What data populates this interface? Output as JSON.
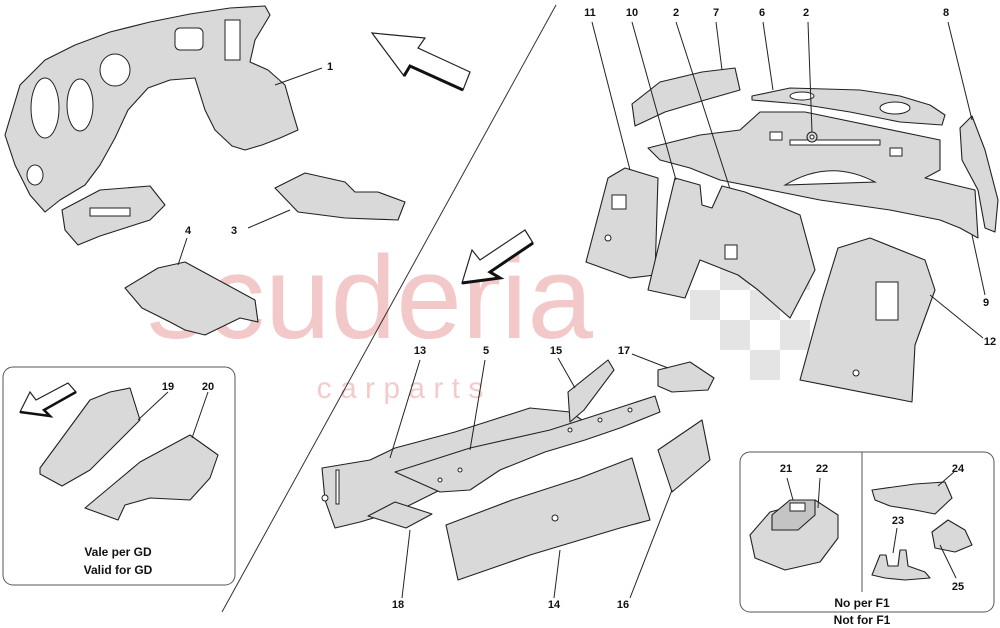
{
  "watermark": {
    "brand": "scuderia",
    "sub": "c a r   p a r t s"
  },
  "labels": {
    "p1": "1",
    "p2a": "2",
    "p2b": "2",
    "p3": "3",
    "p4": "4",
    "p5": "5",
    "p6": "6",
    "p7": "7",
    "p8": "8",
    "p9": "9",
    "p10": "10",
    "p11": "11",
    "p12": "12",
    "p13": "13",
    "p14": "14",
    "p15": "15",
    "p16": "16",
    "p17": "17",
    "p18": "18",
    "p19": "19",
    "p20": "20",
    "p21": "21",
    "p22": "22",
    "p23": "23",
    "p24": "24",
    "p25": "25"
  },
  "notes": {
    "gd_line1": "Vale per GD",
    "gd_line2": "Valid for GD",
    "f1_line1": "No per F1",
    "f1_line2": "Not for F1"
  }
}
